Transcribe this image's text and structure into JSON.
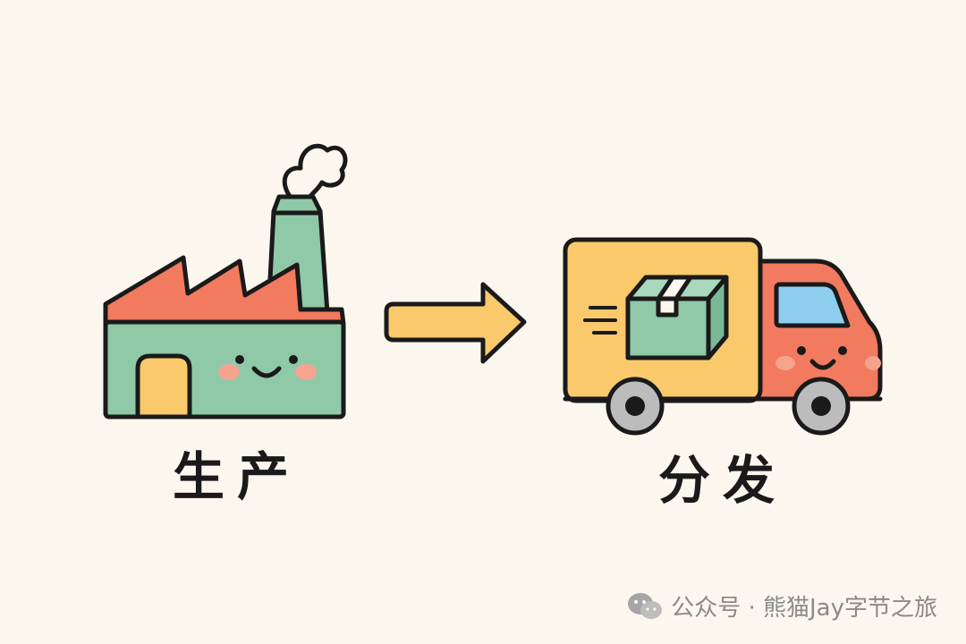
{
  "labels": {
    "production": "生产",
    "distribution": "分发"
  },
  "watermark": {
    "text": "公众号 · 熊猫Jay字节之旅",
    "icon": "wechat-icon"
  },
  "icons": {
    "factory": "factory-icon",
    "arrow": "arrow-right-icon",
    "truck": "delivery-truck-icon",
    "package": "package-box-icon"
  },
  "colors": {
    "background": "#fcf7ee",
    "factory_wall": "#8fc9a8",
    "factory_roof": "#f27a5e",
    "door": "#f9c96b",
    "arrow": "#f9c96b",
    "truck_cargo": "#f9c96b",
    "truck_cab": "#f27a5e",
    "window": "#8ecff0",
    "outline": "#1a1a1a",
    "cheek": "#f5a38f",
    "watermark": "#8a8a8a"
  }
}
